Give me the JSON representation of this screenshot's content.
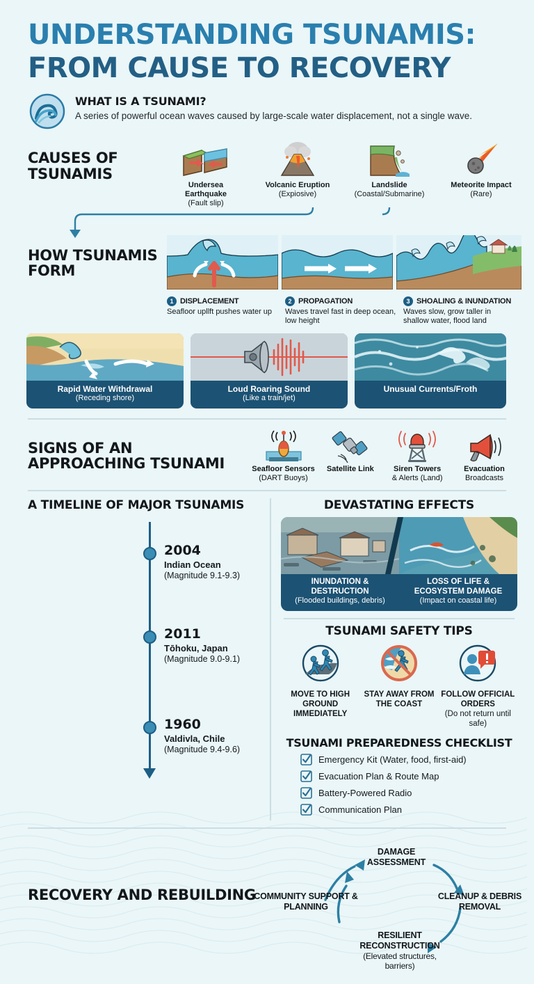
{
  "title": {
    "line1": "UNDERSTANDING TSUNAMIS:",
    "line2": "FROM CAUSE TO RECOVERY"
  },
  "intro": {
    "icon": "tsunami-wave-logo",
    "heading": "WHAT IS A TSUNAMI?",
    "body": "A series of powerful ocean waves caused by large-scale water displacement, not a single wave."
  },
  "causes": {
    "heading": "CAUSES OF TSUNAMIS",
    "items": [
      {
        "icon": "fault-block-icon",
        "label": "Undersea Earthquake",
        "sub": "(Fault slip)"
      },
      {
        "icon": "volcano-icon",
        "label": "Volcanic Eruption",
        "sub": "(Expiosive)"
      },
      {
        "icon": "landslide-icon",
        "label": "Landslide",
        "sub": "(Coastal/Submarine)"
      },
      {
        "icon": "meteorite-icon",
        "label": "Meteorite Impact",
        "sub": "(Rare)"
      }
    ]
  },
  "how_form": {
    "heading": "HOW TSUNAMIS FORM",
    "steps": [
      {
        "num": "1",
        "name": "DISPLACEMENT",
        "desc": "Seafloor upllft pushes water up"
      },
      {
        "num": "2",
        "name": "PROPAGATION",
        "desc": "Waves travel fast in deep ocean, low height"
      },
      {
        "num": "3",
        "name": "SHOALING & INUNDATION",
        "desc": "Waves slow, grow taller in shallow water, flood land"
      }
    ]
  },
  "warning_cards": [
    {
      "art": "receding-shore-art",
      "title": "Rapid Water Withdrawal",
      "sub": "(Receding shore)"
    },
    {
      "art": "loudspeaker-art",
      "title": "Loud Roaring Sound",
      "sub": "(Like a train/jet)"
    },
    {
      "art": "choppy-water-art",
      "title": "Unusual Currents/Froth",
      "sub": ""
    }
  ],
  "signs": {
    "heading": "SIGNS OF AN APPROACHING TSUNAMI",
    "items": [
      {
        "icon": "dart-buoy-icon",
        "label": "Seafloor Sensors",
        "sub": "(DART Buoys)"
      },
      {
        "icon": "satellite-icon",
        "label": "Satellite Link",
        "sub": ""
      },
      {
        "icon": "siren-tower-icon",
        "label": "Siren Towers",
        "sub": "& Alerts (Land)"
      },
      {
        "icon": "megaphone-icon",
        "label": "Evacuation",
        "sub": "Broadcasts"
      }
    ]
  },
  "timeline": {
    "heading": "A TIMELINE OF MAJOR TSUNAMIS",
    "events": [
      {
        "year": "2004",
        "place": "Indian Ocean",
        "magnitude": "(Magnitude 9.1-9.3)"
      },
      {
        "year": "2011",
        "place": "Tōhoku, Japan",
        "magnitude": "(Magnitude 9.0-9.1)"
      },
      {
        "year": "1960",
        "place": "Valdivla, Chile",
        "magnitude": "(Magnitude 9.4-9.6)"
      }
    ]
  },
  "effects": {
    "heading": "DEVASTATING EFFECTS",
    "panels": [
      {
        "art": "flooded-town-art",
        "title": "INUNDATION & DESTRUCTION",
        "sub": "(Flooded buildings, debris)"
      },
      {
        "art": "damaged-coast-art",
        "title": "LOSS OF LIFE & ECOSYSTEM DAMAGE",
        "sub": "(Impact on coastal life)"
      }
    ]
  },
  "safety": {
    "heading": "TSUNAMI SAFETY TIPS",
    "tips": [
      {
        "icon": "people-running-uphill-icon",
        "label": "MOVE TO HIGH GROUND IMMEDIATELY",
        "sub": ""
      },
      {
        "icon": "no-beach-icon",
        "label": "STAY AWAY FROM THE COAST",
        "sub": ""
      },
      {
        "icon": "official-alert-icon",
        "label": "FOLLOW OFFICIAL ORDERS",
        "sub": "(Do not return until safe)"
      }
    ]
  },
  "checklist": {
    "heading": "TSUNAMI PREPAREDNESS CHECKLIST",
    "items": [
      "Emergency Kit (Water, food, first-aid)",
      "Evacuation Plan & Route Map",
      "Battery-Powered Radio",
      "Communication Plan"
    ]
  },
  "recovery": {
    "heading": "RECOVERY AND REBUILDING",
    "cycle": [
      {
        "label": "DAMAGE ASSESSMENT",
        "sub": ""
      },
      {
        "label": "CLEANUP & DEBRIS REMOVAL",
        "sub": ""
      },
      {
        "label": "RESILIENT RECONSTRUCTION",
        "sub": "(Elevated structures, barriers)"
      },
      {
        "label": "COMMUNITY SUPPORT & PLANNING",
        "sub": ""
      }
    ]
  },
  "colors": {
    "background": "#eaf6f8",
    "title_blue": "#2a7fae",
    "title_dark_blue": "#235f85",
    "panel_navy": "#1c5273",
    "accent_teal": "#2d7fa3",
    "divider": "#ccdde3"
  }
}
